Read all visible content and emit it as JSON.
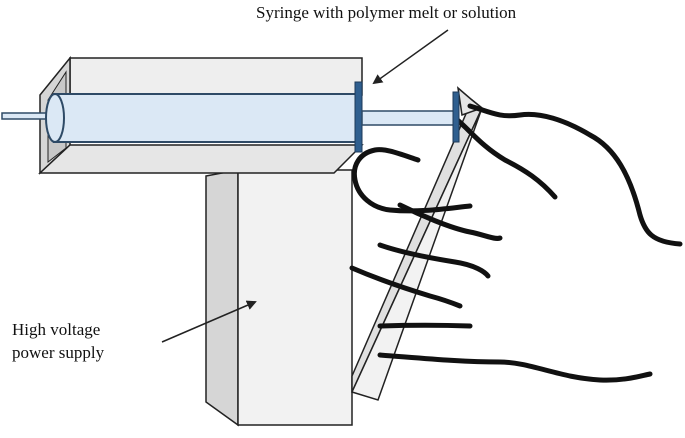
{
  "labels": {
    "syringe": "Syringe with polymer melt or solution",
    "hv_line1": "High voltage",
    "hv_line2": "power supply"
  },
  "colors": {
    "outline": "#222222",
    "box_fill": "#f2f2f2",
    "box_side": "#d6d6d6",
    "box_inner": "#c8c8c8",
    "syringe_fill": "#dbe8f5",
    "syringe_stroke": "#2e4a66",
    "flange": "#2f5f8f",
    "fiber": "#111111"
  }
}
